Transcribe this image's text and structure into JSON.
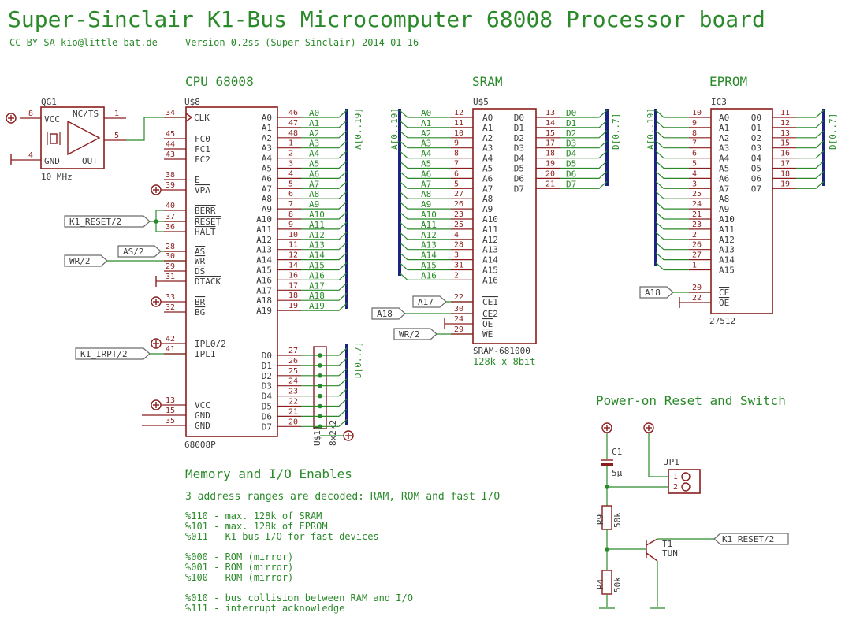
{
  "title": "Super-Sinclair K1-Bus Microcomputer 68008 Processor board",
  "subtitle_left": "CC-BY-SA kio@little-bat.de",
  "subtitle_right": "Version 0.2ss (Super-Sinclair) 2014-01-16",
  "cpu": {
    "heading": "CPU 68008",
    "ref": "U$8",
    "part": "68008P",
    "pins_left": [
      {
        "num": "34",
        "name": "CLK"
      },
      {
        "num": "45",
        "name": "FC0"
      },
      {
        "num": "44",
        "name": "FC1"
      },
      {
        "num": "43",
        "name": "FC2"
      },
      {
        "num": "38",
        "name": "E"
      },
      {
        "num": "39",
        "name": "VPA"
      },
      {
        "num": "40",
        "name": "BERR"
      },
      {
        "num": "37",
        "name": "RESET"
      },
      {
        "num": "36",
        "name": "HALT"
      },
      {
        "num": "28",
        "name": "AS"
      },
      {
        "num": "30",
        "name": "WR"
      },
      {
        "num": "29",
        "name": "DS"
      },
      {
        "num": "31",
        "name": "DTACK"
      },
      {
        "num": "33",
        "name": "BR"
      },
      {
        "num": "32",
        "name": "BG"
      },
      {
        "num": "42",
        "name": "IPL0/2"
      },
      {
        "num": "41",
        "name": "IPL1"
      },
      {
        "num": "13",
        "name": "VCC"
      },
      {
        "num": "15",
        "name": "GND"
      },
      {
        "num": "35",
        "name": "GND"
      }
    ],
    "pins_addr": [
      {
        "num": "46",
        "name": "A0"
      },
      {
        "num": "47",
        "name": "A1"
      },
      {
        "num": "48",
        "name": "A2"
      },
      {
        "num": "1",
        "name": "A3"
      },
      {
        "num": "2",
        "name": "A4"
      },
      {
        "num": "3",
        "name": "A5"
      },
      {
        "num": "4",
        "name": "A6"
      },
      {
        "num": "5",
        "name": "A7"
      },
      {
        "num": "6",
        "name": "A8"
      },
      {
        "num": "7",
        "name": "A9"
      },
      {
        "num": "8",
        "name": "A10"
      },
      {
        "num": "9",
        "name": "A11"
      },
      {
        "num": "10",
        "name": "A12"
      },
      {
        "num": "11",
        "name": "A13"
      },
      {
        "num": "12",
        "name": "A14"
      },
      {
        "num": "14",
        "name": "A15"
      },
      {
        "num": "16",
        "name": "A16"
      },
      {
        "num": "17",
        "name": "A17"
      },
      {
        "num": "18",
        "name": "A18"
      },
      {
        "num": "19",
        "name": "A19"
      }
    ],
    "pins_data": [
      {
        "num": "27",
        "name": "D0"
      },
      {
        "num": "26",
        "name": "D1"
      },
      {
        "num": "25",
        "name": "D2"
      },
      {
        "num": "24",
        "name": "D3"
      },
      {
        "num": "23",
        "name": "D4"
      },
      {
        "num": "22",
        "name": "D5"
      },
      {
        "num": "21",
        "name": "D6"
      },
      {
        "num": "20",
        "name": "D7"
      }
    ],
    "addr_bus": "A[0..19]",
    "data_bus": "D[0..7]",
    "pullup_ref": "U$11",
    "pullup_val": "8x2k2"
  },
  "osc": {
    "ref": "QG1",
    "freq": "10 MHz",
    "pin_vcc": "VCC",
    "pin_gnd": "GND",
    "pin_nc": "NC/TS",
    "pin_out": "OUT",
    "num_vcc": "8",
    "num_gnd": "4",
    "num_nc": "1",
    "num_out": "5"
  },
  "flags": {
    "k1_reset": "K1_RESET/2",
    "wr": "WR/2",
    "k1_irpt": "K1_IRPT/2",
    "as": "AS/2",
    "a17": "A17",
    "a18": "A18",
    "a18_eprom": "A18",
    "k1_reset_t": "K1_RESET/2"
  },
  "sram": {
    "heading": "SRAM",
    "ref": "U$5",
    "part": "SRAM-681000",
    "size": "128k x 8bit",
    "addr_bus": "A[0..19]",
    "data_bus": "D[0..7]",
    "addr": [
      {
        "num": "12",
        "name": "A0"
      },
      {
        "num": "11",
        "name": "A1"
      },
      {
        "num": "10",
        "name": "A2"
      },
      {
        "num": "9",
        "name": "A3"
      },
      {
        "num": "8",
        "name": "A4"
      },
      {
        "num": "7",
        "name": "A5"
      },
      {
        "num": "6",
        "name": "A6"
      },
      {
        "num": "5",
        "name": "A7"
      },
      {
        "num": "27",
        "name": "A8"
      },
      {
        "num": "26",
        "name": "A9"
      },
      {
        "num": "23",
        "name": "A10"
      },
      {
        "num": "25",
        "name": "A11"
      },
      {
        "num": "4",
        "name": "A12"
      },
      {
        "num": "28",
        "name": "A13"
      },
      {
        "num": "3",
        "name": "A14"
      },
      {
        "num": "31",
        "name": "A15"
      },
      {
        "num": "2",
        "name": "A16"
      }
    ],
    "data": [
      {
        "num": "13",
        "name": "D0"
      },
      {
        "num": "14",
        "name": "D1"
      },
      {
        "num": "15",
        "name": "D2"
      },
      {
        "num": "17",
        "name": "D3"
      },
      {
        "num": "18",
        "name": "D4"
      },
      {
        "num": "19",
        "name": "D5"
      },
      {
        "num": "20",
        "name": "D6"
      },
      {
        "num": "21",
        "name": "D7"
      }
    ],
    "ctrl": [
      {
        "num": "22",
        "name": "CE1"
      },
      {
        "num": "30",
        "name": "CE2"
      },
      {
        "num": "24",
        "name": "OE"
      },
      {
        "num": "29",
        "name": "WE"
      }
    ]
  },
  "eprom": {
    "heading": "EPROM",
    "ref": "IC3",
    "part": "27512",
    "addr_bus": "A[0..19]",
    "data_bus": "D[0..7]",
    "addr": [
      {
        "num": "10",
        "name": "A0"
      },
      {
        "num": "9",
        "name": "A1"
      },
      {
        "num": "8",
        "name": "A2"
      },
      {
        "num": "7",
        "name": "A3"
      },
      {
        "num": "6",
        "name": "A4"
      },
      {
        "num": "5",
        "name": "A5"
      },
      {
        "num": "4",
        "name": "A6"
      },
      {
        "num": "3",
        "name": "A7"
      },
      {
        "num": "25",
        "name": "A8"
      },
      {
        "num": "24",
        "name": "A9"
      },
      {
        "num": "21",
        "name": "A10"
      },
      {
        "num": "23",
        "name": "A11"
      },
      {
        "num": "2",
        "name": "A12"
      },
      {
        "num": "26",
        "name": "A13"
      },
      {
        "num": "27",
        "name": "A14"
      },
      {
        "num": "1",
        "name": "A15"
      }
    ],
    "data": [
      {
        "num": "11",
        "name": "O0"
      },
      {
        "num": "12",
        "name": "O1"
      },
      {
        "num": "13",
        "name": "O2"
      },
      {
        "num": "15",
        "name": "O3"
      },
      {
        "num": "16",
        "name": "O4"
      },
      {
        "num": "17",
        "name": "O5"
      },
      {
        "num": "18",
        "name": "O6"
      },
      {
        "num": "19",
        "name": "O7"
      }
    ],
    "ctrl": [
      {
        "num": "20",
        "name": "CE"
      },
      {
        "num": "22",
        "name": "OE"
      }
    ]
  },
  "reset": {
    "heading": "Power-on Reset and Switch",
    "c1_ref": "C1",
    "c1_val": "5µ",
    "jp1_ref": "JP1",
    "jp1_pin1": "1",
    "jp1_pin2": "2",
    "r9_ref": "R9",
    "r9_val": "50k",
    "r4_ref": "R4",
    "r4_val": "50k",
    "t1_ref": "T1",
    "t1_type": "TUN"
  },
  "enables": {
    "heading": "Memory and I/O Enables",
    "intro": "3 address ranges are decoded: RAM, ROM and fast I/O",
    "lines_a": [
      "%110 - max. 128k of SRAM",
      "%101 - max. 128k of EPROM",
      "%011 - K1 bus I/O for fast devices"
    ],
    "lines_b": [
      "%000 - ROM (mirror)",
      "%001 - ROM (mirror)",
      "%100 - ROM (mirror)"
    ],
    "lines_c": [
      "%010 - bus collision between RAM and I/O",
      "%111 - interrupt acknowledge"
    ]
  },
  "colors": {
    "text": "#2a8a2a",
    "part": "#8b1d1d",
    "bus": "#1a237e",
    "wire": "#2a8a2a"
  }
}
